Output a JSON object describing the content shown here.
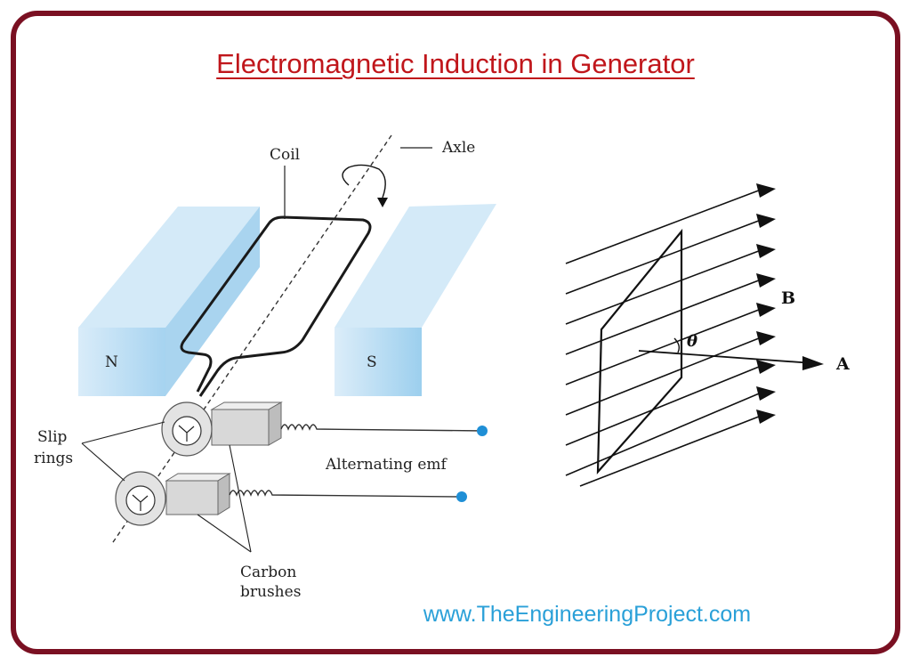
{
  "title": "Electromagnetic Induction in Generator",
  "watermark": "www.TheEngineeringProject.com",
  "generator": {
    "labels": {
      "coil": "Coil",
      "axle": "Axle",
      "north_pole": "N",
      "south_pole": "S",
      "slip_rings_line1": "Slip",
      "slip_rings_line2": "rings",
      "alternating_emf": "Alternating emf",
      "carbon_brushes_line1": "Carbon",
      "carbon_brushes_line2": "brushes"
    }
  },
  "flux": {
    "labels": {
      "field": "B",
      "area_vector": "A",
      "angle": "θ"
    }
  },
  "colors": {
    "frame": "#7a1022",
    "title": "#c0161b",
    "watermark": "#2aa0d8",
    "magnet_light": "#cfe8f8",
    "magnet_dark": "#8fc7ea",
    "terminal": "#1f8fd6"
  }
}
